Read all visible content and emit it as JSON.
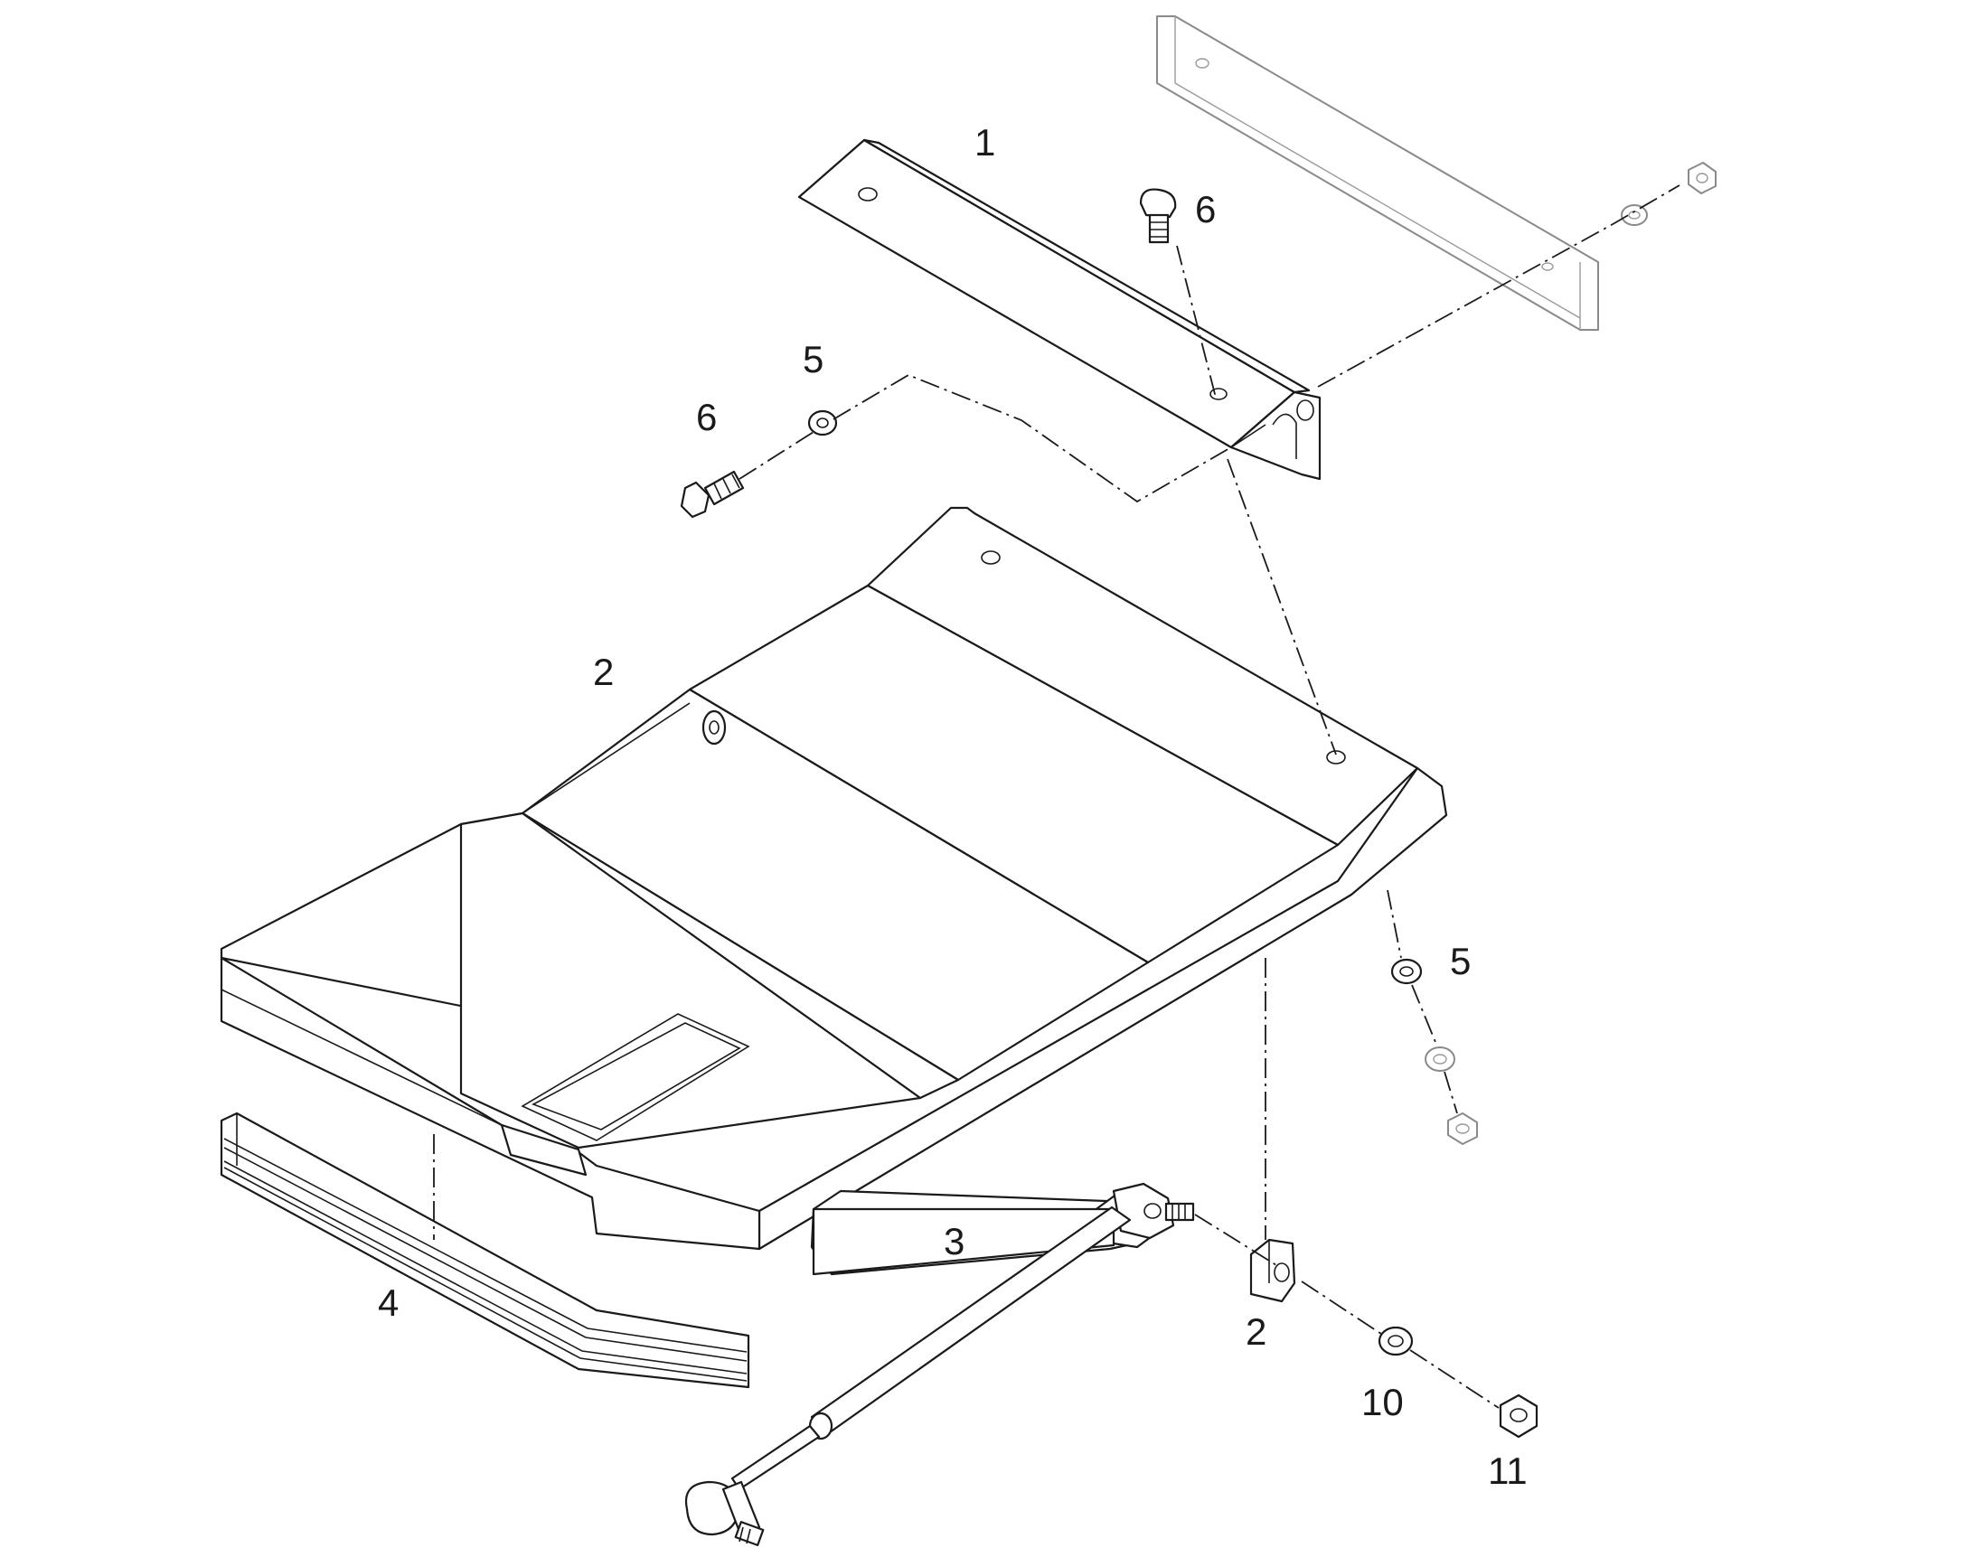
{
  "callouts": {
    "c1": "1",
    "c2a": "2",
    "c2b": "2",
    "c3": "3",
    "c4": "4",
    "c5a": "5",
    "c5b": "5",
    "c6a": "6",
    "c6b": "6",
    "c10": "10",
    "c11": "11"
  },
  "colors": {
    "line": "#1a1a1a",
    "ghost_line": "#8a8a8a",
    "background": "#ffffff"
  }
}
